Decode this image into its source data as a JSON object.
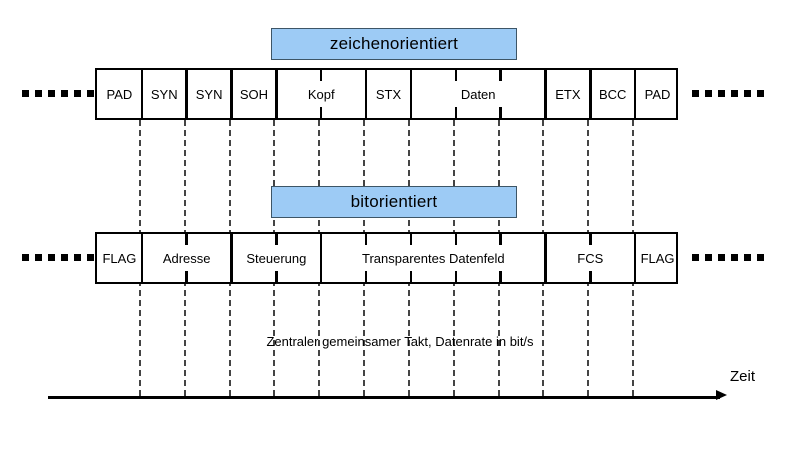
{
  "diagram": {
    "title_char": "zeichenorientiert",
    "title_bit": "bitorientiert",
    "clock_caption": "Zentraler gemeinsamer Takt, Datenrate in bit/s",
    "axis_label": "Zeit",
    "colors": {
      "callout_fill": "#9dcbf5",
      "callout_border": "#3d5566",
      "frame_border": "#000000",
      "clock_line": "#444444",
      "background": "#ffffff"
    }
  },
  "char_frame": {
    "name": "zeichenorientiert",
    "columns": 13,
    "cells": [
      {
        "label": "PAD",
        "start": 0,
        "span": 1,
        "subticks": []
      },
      {
        "label": "SYN",
        "start": 1,
        "span": 1,
        "subticks": []
      },
      {
        "label": "SYN",
        "start": 2,
        "span": 1,
        "subticks": []
      },
      {
        "label": "SOH",
        "start": 3,
        "span": 1,
        "subticks": []
      },
      {
        "label": "Kopf",
        "start": 4,
        "span": 2,
        "subticks": [
          1
        ]
      },
      {
        "label": "STX",
        "start": 6,
        "span": 1,
        "subticks": []
      },
      {
        "label": "Daten",
        "start": 7,
        "span": 3,
        "subticks": [
          1,
          2
        ]
      },
      {
        "label": "ETX",
        "start": 10,
        "span": 1,
        "subticks": []
      },
      {
        "label": "BCC",
        "start": 11,
        "span": 1,
        "subticks": []
      },
      {
        "label": "PAD",
        "start": 12,
        "span": 1,
        "subticks": []
      }
    ]
  },
  "bit_frame": {
    "name": "bitorientiert",
    "columns": 13,
    "cells": [
      {
        "label": "FLAG",
        "start": 0,
        "span": 1,
        "subticks": []
      },
      {
        "label": "Adresse",
        "start": 1,
        "span": 2,
        "subticks": [
          1
        ]
      },
      {
        "label": "Steuerung",
        "start": 3,
        "span": 2,
        "subticks": [
          1
        ]
      },
      {
        "label": "Transparentes Datenfeld",
        "start": 5,
        "span": 5,
        "subticks": [
          1,
          2,
          3,
          4
        ]
      },
      {
        "label": "FCS",
        "start": 10,
        "span": 2,
        "subticks": [
          1
        ]
      },
      {
        "label": "FLAG",
        "start": 12,
        "span": 1,
        "subticks": []
      }
    ]
  },
  "ellipsis": {
    "dot_count": 6,
    "positions": [
      "char-left",
      "char-right",
      "bit-left",
      "bit-right"
    ]
  },
  "clock_lines": {
    "count": 12,
    "description": "vertikale gestrichelte Taktlinien"
  }
}
